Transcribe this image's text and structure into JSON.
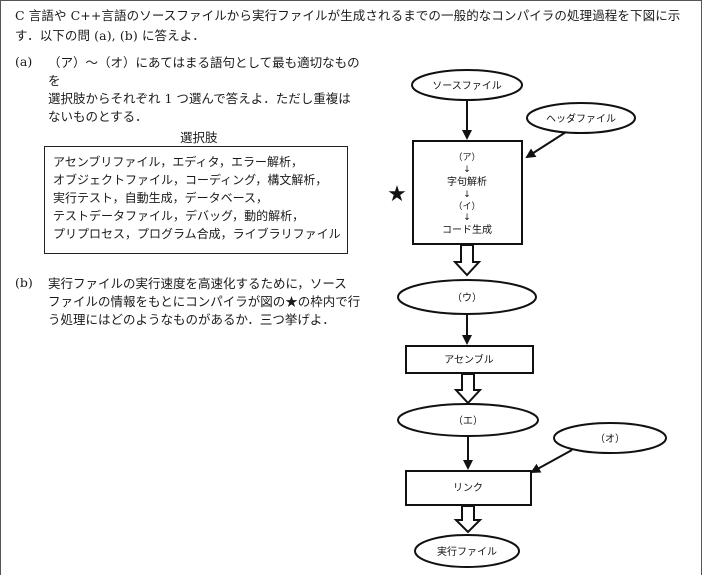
{
  "intro": "C 言語や C++言語のソースファイルから実行ファイルが生成されるまでの一般的なコンパイラの処理過程を下図に示す．以下の問 (a), (b) に答えよ．",
  "question_a": {
    "label": "(a)",
    "lines": [
      "（ア）～（オ）にあてはまる語句として最も適切なものを",
      "選択肢からそれぞれ 1 つ選んで答えよ．ただし重複は",
      "ないものとする．"
    ]
  },
  "choices": {
    "title": "選択肢",
    "lines": [
      "アセンブリファイル，エディタ，エラー解析，",
      "オブジェクトファイル，コーディング，構文解析，",
      "実行テスト，自動生成，データベース，",
      "テストデータファイル，デバッグ，動的解析，",
      "プリプロセス，プログラム合成，ライブラリファイル"
    ]
  },
  "question_b": {
    "label": "(b)",
    "lines": [
      "実行ファイルの実行速度を高速化するために，ソース",
      "ファイルの情報をもとにコンパイラが図の★の枠内で行",
      "う処理にはどのようなものがあるか．三つ挙げよ．"
    ]
  },
  "flowchart": {
    "source": "ソースファイル",
    "header": "ヘッダファイル",
    "star": "★",
    "box_a": "（ア）",
    "lexical": "字句解析",
    "box_i": "（イ）",
    "codegen": "コード生成",
    "arrow_small": "↓",
    "u": "（ウ）",
    "assemble": "アセンブル",
    "e": "（エ）",
    "o": "（オ）",
    "link": "リンク",
    "exe": "実行ファイル"
  }
}
